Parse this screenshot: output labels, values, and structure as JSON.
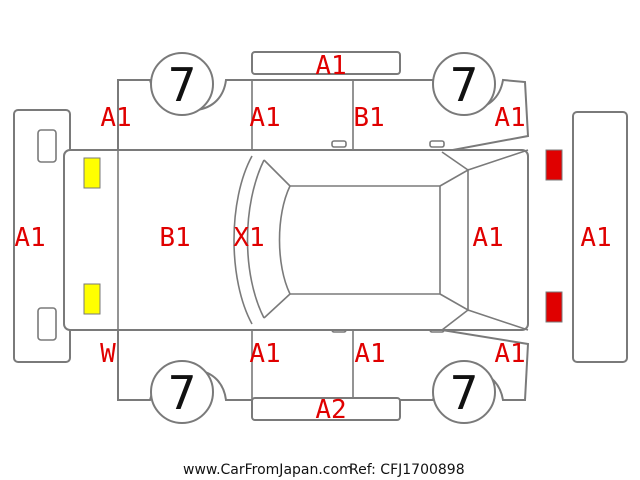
{
  "colors": {
    "outline": "#7a7a7a",
    "damage_code": "#e00000",
    "headlight": "#ffff00",
    "taillight": "#e00000"
  },
  "tires": {
    "front_left": "7",
    "rear_left": "7",
    "front_right": "7",
    "rear_right": "7"
  },
  "codes": {
    "roof_top": "A1",
    "front_left_fender": "A1",
    "left_front_door": "A1",
    "left_rear_door": "B1",
    "rear_left_quarter": "A1",
    "front_bumper": "A1",
    "hood": "B1",
    "windshield": "X1",
    "rear_body": "A1",
    "rear_bumper": "A1",
    "front_right_corner": "W",
    "right_front_door": "A1",
    "right_rear_door": "A1",
    "rear_right_quarter": "A1",
    "roof_bottom": "A2"
  },
  "footer": {
    "site": "www.CarFromJapan.com",
    "ref": "Ref: CFJ1700898"
  }
}
